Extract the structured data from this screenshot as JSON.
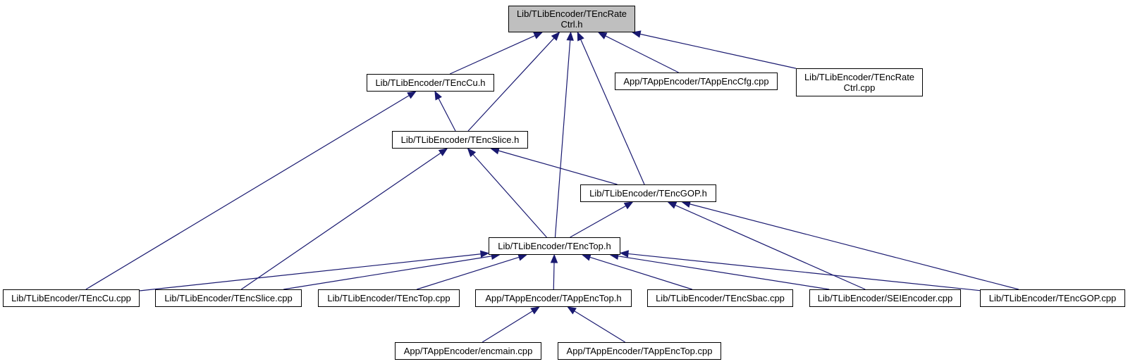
{
  "diagram": {
    "title": "Lib/TLibEncoder/TEncRateCtrl.h include dependency graph",
    "edge_color": "#191970",
    "root_fill": "#bfbfbf",
    "nodes": [
      {
        "id": "root",
        "label": "Lib/TLibEncoder/TEncRate\nCtrl.h",
        "root": true
      },
      {
        "id": "tenccu_h",
        "label": "Lib/TLibEncoder/TEncCu.h"
      },
      {
        "id": "tappenccfg_cpp",
        "label": "App/TAppEncoder/TAppEncCfg.cpp"
      },
      {
        "id": "tencratectrl_cpp",
        "label": "Lib/TLibEncoder/TEncRate\nCtrl.cpp"
      },
      {
        "id": "tencslice_h",
        "label": "Lib/TLibEncoder/TEncSlice.h"
      },
      {
        "id": "tencgop_h",
        "label": "Lib/TLibEncoder/TEncGOP.h"
      },
      {
        "id": "tenctop_h",
        "label": "Lib/TLibEncoder/TEncTop.h"
      },
      {
        "id": "tenccu_cpp",
        "label": "Lib/TLibEncoder/TEncCu.cpp"
      },
      {
        "id": "tencslice_cpp",
        "label": "Lib/TLibEncoder/TEncSlice.cpp"
      },
      {
        "id": "tenctop_cpp",
        "label": "Lib/TLibEncoder/TEncTop.cpp"
      },
      {
        "id": "tappenctop_h",
        "label": "App/TAppEncoder/TAppEncTop.h"
      },
      {
        "id": "tencsbac_cpp",
        "label": "Lib/TLibEncoder/TEncSbac.cpp"
      },
      {
        "id": "seiencoder_cpp",
        "label": "Lib/TLibEncoder/SEIEncoder.cpp"
      },
      {
        "id": "tencgop_cpp",
        "label": "Lib/TLibEncoder/TEncGOP.cpp"
      },
      {
        "id": "encmain_cpp",
        "label": "App/TAppEncoder/encmain.cpp"
      },
      {
        "id": "tappenctop_cpp",
        "label": "App/TAppEncoder/TAppEncTop.cpp"
      }
    ],
    "edges": [
      {
        "from": "tenccu_h",
        "to": "root"
      },
      {
        "from": "tencslice_h",
        "to": "root"
      },
      {
        "from": "tenctop_h",
        "to": "root"
      },
      {
        "from": "tencgop_h",
        "to": "root"
      },
      {
        "from": "tappenccfg_cpp",
        "to": "root"
      },
      {
        "from": "tencratectrl_cpp",
        "to": "root"
      },
      {
        "from": "tencslice_h",
        "to": "tenccu_h"
      },
      {
        "from": "tenccu_cpp",
        "to": "tenccu_h"
      },
      {
        "from": "tencgop_h",
        "to": "tencslice_h"
      },
      {
        "from": "tenctop_h",
        "to": "tencslice_h"
      },
      {
        "from": "tencslice_cpp",
        "to": "tencslice_h"
      },
      {
        "from": "tenctop_h",
        "to": "tencgop_h"
      },
      {
        "from": "seiencoder_cpp",
        "to": "tencgop_h"
      },
      {
        "from": "tencgop_cpp",
        "to": "tencgop_h"
      },
      {
        "from": "tenccu_cpp",
        "to": "tenctop_h"
      },
      {
        "from": "tencslice_cpp",
        "to": "tenctop_h"
      },
      {
        "from": "tenctop_cpp",
        "to": "tenctop_h"
      },
      {
        "from": "tappenctop_h",
        "to": "tenctop_h"
      },
      {
        "from": "tencsbac_cpp",
        "to": "tenctop_h"
      },
      {
        "from": "seiencoder_cpp",
        "to": "tenctop_h"
      },
      {
        "from": "tencgop_cpp",
        "to": "tenctop_h"
      },
      {
        "from": "encmain_cpp",
        "to": "tappenctop_h"
      },
      {
        "from": "tappenctop_cpp",
        "to": "tappenctop_h"
      }
    ]
  }
}
